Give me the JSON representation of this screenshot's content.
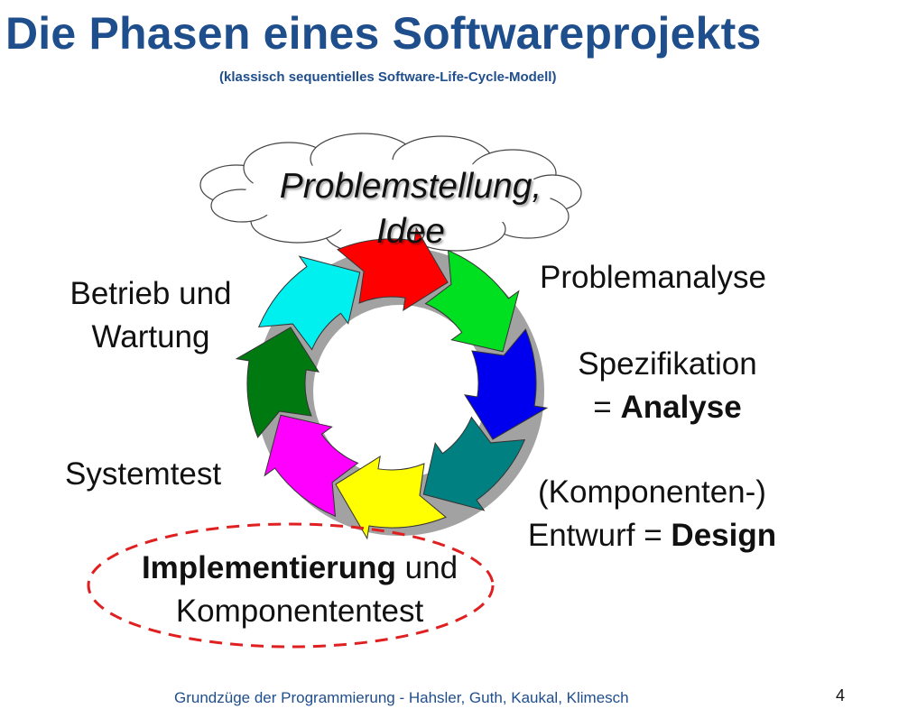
{
  "header": {
    "title": "Die Phasen eines Softwareprojekts",
    "subtitle": "(klassisch sequentielles Software-Life-Cycle-Modell)"
  },
  "cycle": {
    "start": {
      "line1": "Problemstellung,",
      "line2": "Idee"
    },
    "phases": [
      {
        "id": "problemanalyse",
        "color": "#00e020"
      },
      {
        "id": "spezifikation",
        "color": "#0000ee"
      },
      {
        "id": "entwurf",
        "color": "#008080"
      },
      {
        "id": "implementierung",
        "color": "#ffff00"
      },
      {
        "id": "systemtest",
        "color": "#ff00ff"
      },
      {
        "id": "betrieb",
        "color": "#007a10"
      },
      {
        "id": "rueckkehr",
        "color": "#00f0f0"
      },
      {
        "id": "start",
        "color": "#ff0000"
      }
    ]
  },
  "labels": {
    "problemanalyse": "Problemanalyse",
    "spezifikation": {
      "line1": "Spezifikation",
      "eq": "= ",
      "bold": "Analyse"
    },
    "entwurf": {
      "line1": "(Komponenten-)",
      "pre": "Entwurf = ",
      "bold": "Design"
    },
    "implementierung": {
      "bold": "Implementierung",
      "post": " und",
      "line2": "Komponententest"
    },
    "systemtest": "Systemtest",
    "betrieb": {
      "line1": "Betrieb und",
      "line2": "Wartung"
    }
  },
  "footer": {
    "text": "Grundzüge der Programmierung  - Hahsler, Guth, Kaukal, Klimesch",
    "page": "4"
  }
}
